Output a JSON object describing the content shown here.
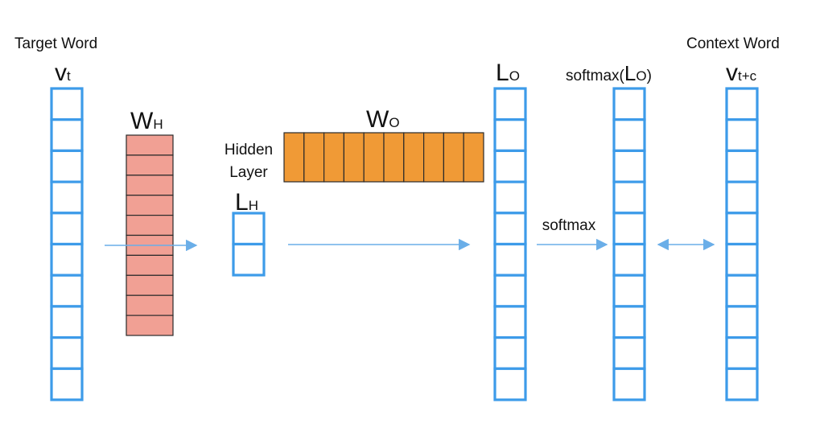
{
  "colors": {
    "vector_stroke": "#3d9be9",
    "arrow": "#6aaee8",
    "weight_h_fill": "#f1a094",
    "weight_o_fill": "#f09a36",
    "cell_stroke": "#2a2a2a"
  },
  "labels": {
    "target_word": "Target Word",
    "context_word": "Context Word",
    "hidden_layer_line1": "Hidden",
    "hidden_layer_line2": "Layer",
    "softmax_arrow": "softmax"
  },
  "symbols": {
    "vt": {
      "main": "v",
      "sub": "t"
    },
    "wh": {
      "main": "W",
      "sub": "H"
    },
    "lh": {
      "main": "L",
      "sub": "H"
    },
    "wo": {
      "main": "W",
      "sub": "O"
    },
    "lo": {
      "main": "L",
      "sub": "O"
    },
    "softmax_lo": {
      "prefix": "softmax(",
      "main": "L",
      "sub": "O",
      "suffix": ")"
    },
    "vtc": {
      "main": "v",
      "sub": "t+c"
    }
  },
  "vectors": {
    "target_cells": 10,
    "hidden_cells": 2,
    "output_cells": 10,
    "softmax_cells": 10,
    "context_cells": 10
  },
  "weights": {
    "wh_rows": 10,
    "wo_cols": 10
  },
  "arrows": [
    {
      "from": "target-vector",
      "to": "hidden-vector",
      "bidirectional": false
    },
    {
      "from": "hidden-vector",
      "to": "output-vector",
      "bidirectional": false
    },
    {
      "from": "output-vector",
      "to": "softmax-vector",
      "bidirectional": false
    },
    {
      "from": "softmax-vector",
      "to": "context-vector",
      "bidirectional": true
    }
  ]
}
